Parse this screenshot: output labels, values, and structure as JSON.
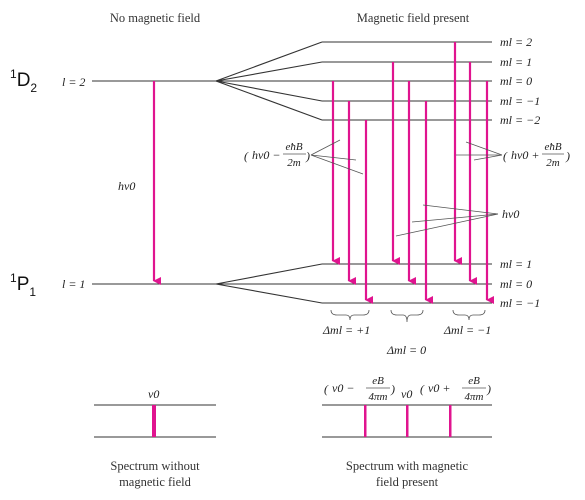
{
  "headings": {
    "no_field": "No magnetic field",
    "field": "Magnetic field present"
  },
  "upper_state": {
    "base": "1",
    "letter": "D",
    "subscript": "2",
    "l_label": "l = 2"
  },
  "lower_state": {
    "base": "1",
    "letter": "P",
    "subscript": "1",
    "l_label": "l = 1"
  },
  "upper_ml_labels": [
    "ml = 2",
    "ml = 1",
    "ml = 0",
    "ml = −1",
    "ml = −2"
  ],
  "lower_ml_labels": [
    "ml = 1",
    "ml = 0",
    "ml = −1"
  ],
  "h_nu0": "hν0",
  "minus_label": {
    "left": "hν0 −",
    "num": "eħB",
    "den": "2m"
  },
  "plus_label": {
    "left": "hν0 +",
    "num": "eħB",
    "den": "2m"
  },
  "delta_labels": {
    "plus": "Δml = +1",
    "zero": "Δml = 0",
    "minus": "Δml = −1"
  },
  "spectrum": {
    "nu0": "ν0",
    "minus": {
      "left": "ν0 −",
      "num": "eB",
      "den": "4πm"
    },
    "plus": {
      "left": "ν0 +",
      "num": "eB",
      "den": "4πm"
    },
    "caption_left": [
      "Spectrum without",
      "magnetic field"
    ],
    "caption_right": [
      "Spectrum with magnetic",
      "field present"
    ]
  },
  "colors": {
    "transition": "#e0148f",
    "line": "#333333"
  }
}
